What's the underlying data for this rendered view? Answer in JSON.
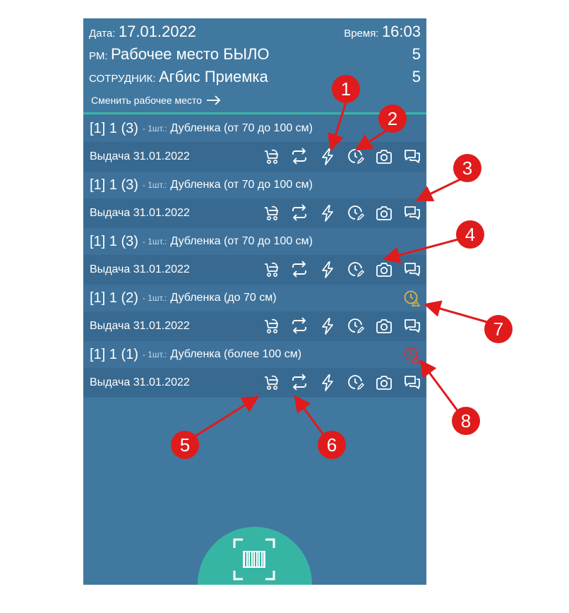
{
  "header": {
    "date_label": "Дата:",
    "date_value": "17.01.2022",
    "time_label": "Время:",
    "time_value": "16:03",
    "workplace_label": "РМ:",
    "workplace_value": "Рабочее место БЫЛО",
    "workplace_count": "5",
    "employee_label": "СОТРУДНИК:",
    "employee_value": "Агбис Приемка",
    "employee_count": "5",
    "change_workplace": "Сменить рабочее место"
  },
  "items": [
    {
      "id": "[1] 1 (3)",
      "qty": "- 1шт.:",
      "name": "Дубленка (от 70 до 100 см)",
      "issue": "Выдача 31.01.2022"
    },
    {
      "id": "[1] 1 (3)",
      "qty": "- 1шт.:",
      "name": "Дубленка (от 70 до 100 см)",
      "issue": "Выдача 31.01.2022"
    },
    {
      "id": "[1] 1 (3)",
      "qty": "- 1шт.:",
      "name": "Дубленка (от 70 до 100 см)",
      "issue": "Выдача 31.01.2022"
    },
    {
      "id": "[1] 1 (2)",
      "qty": "- 1шт.:",
      "name": "Дубленка (до 70 см)",
      "issue": "Выдача 31.01.2022"
    },
    {
      "id": "[1] 1 (1)",
      "qty": "- 1шт.:",
      "name": "Дубленка (более 100 см)",
      "issue": "Выдача 31.01.2022"
    }
  ],
  "icons": [
    "stroller-icon",
    "exchange-icon",
    "lightning-icon",
    "clock-edit-icon",
    "camera-icon",
    "chat-icon"
  ],
  "callouts": [
    "1",
    "2",
    "3",
    "4",
    "5",
    "6",
    "7",
    "8"
  ],
  "colors": {
    "screen_bg": "#41789f",
    "accent_teal": "#37b5a4",
    "warning_yellow": "#e3b23c",
    "overdue_red": "#d93030",
    "callout_red": "#e01b1b"
  }
}
